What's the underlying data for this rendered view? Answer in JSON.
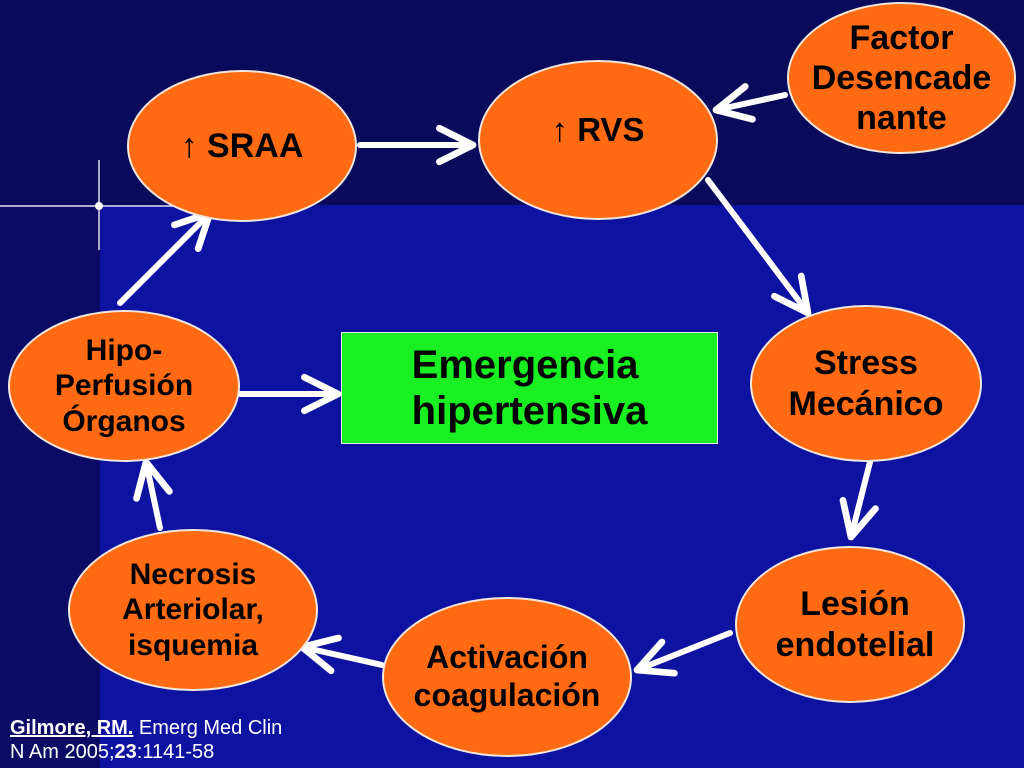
{
  "diagram": {
    "nodes": {
      "sraa": "↑ SRAA",
      "rvs": "↑ RVS",
      "factor": "Factor\nDesencade\nnante",
      "stress": "Stress\nMecánico",
      "lesion": "Lesión\nendotelial",
      "activacion": "Activación\ncoagulación",
      "necrosis": "Necrosis\nArteriolar,\n isquemia",
      "hipo": "Hipo-\nPerfusión\nÓrganos  "
    },
    "center": "Emergencia\nhipertensiva"
  },
  "citation": {
    "author": "Gilmore, RM.",
    "journal": " Emerg Med Clin",
    "line2_prefix": "N Am 2005;",
    "volume": "23",
    "pages": ":1141-58"
  },
  "colors": {
    "node_fill": "#ff6a12",
    "center_fill": "#18f021",
    "background_top": "#0a0a5c",
    "background_main": "#0e12a0",
    "arrow": "#ffffff"
  }
}
